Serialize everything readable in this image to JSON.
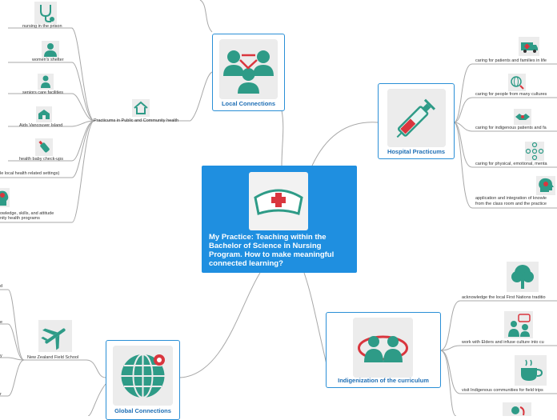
{
  "central": {
    "title": "My Practice: Teaching within the Bachelor of Science in Nursing Program. How to make meaningful connected learning?",
    "icon": "nurse-cap-icon"
  },
  "local": {
    "title": "Local Connections",
    "icon": "people-network-icon",
    "practicums": {
      "label": "Practicums in Public and Community health",
      "icon": "house-icon"
    },
    "items": [
      {
        "label": "nursing in the prison",
        "icon": "stethoscope-icon"
      },
      {
        "label": "women's shelter",
        "icon": "people-icon"
      },
      {
        "label": "seniors care facilities",
        "icon": "elderly-icon"
      },
      {
        "label": "Aids Vancouver Island",
        "icon": "clinic-icon"
      },
      {
        "label": "health baby check-ups",
        "icon": "baby-bottle-icon"
      },
      {
        "label": "le local health related settings)"
      },
      {
        "label": "owledge, skills, and attitude",
        "label2": "nity health programs",
        "icon": "head-icon"
      }
    ]
  },
  "hospital": {
    "title": "Hospital Practicums",
    "icon": "syringe-icon",
    "items": [
      {
        "label": "caring for patients and families in life",
        "icon": "ambulance-icon"
      },
      {
        "label": "caring for people from many cultures",
        "icon": "globe-search-icon"
      },
      {
        "label": "caring for indigenous patients and fa",
        "icon": "handshake-icon"
      },
      {
        "label": "caring for physical, emotional, menta",
        "icon": "network-icon"
      },
      {
        "label": "application and integration of knowle",
        "label2": "from the class room and the practice",
        "icon": "head-gear-icon"
      }
    ]
  },
  "indig": {
    "title": "Indigenization of the curriculum",
    "icon": "people-circle-icon",
    "items": [
      {
        "label": "acknowledge the local First Nations traditio",
        "icon": "tree-icon"
      },
      {
        "label": "work with Elders and infuse culture into cu",
        "icon": "elders-talk-icon"
      },
      {
        "label": "visit Indigenous communities for field trips",
        "icon": "coffee-icon"
      }
    ]
  },
  "global": {
    "title": "Global Connections",
    "icon": "globe-pin-icon",
    "nz": {
      "label": "New Zealand Field School",
      "icon": "airplane-icon"
    },
    "left_labels": [
      "d",
      "e",
      "y",
      "r"
    ]
  },
  "colors": {
    "central": "#1f8fe0",
    "border": "#2a8fd6",
    "title": "#1f6fb5",
    "icon": "#2e9b87",
    "edge": "#9a9a9a"
  }
}
